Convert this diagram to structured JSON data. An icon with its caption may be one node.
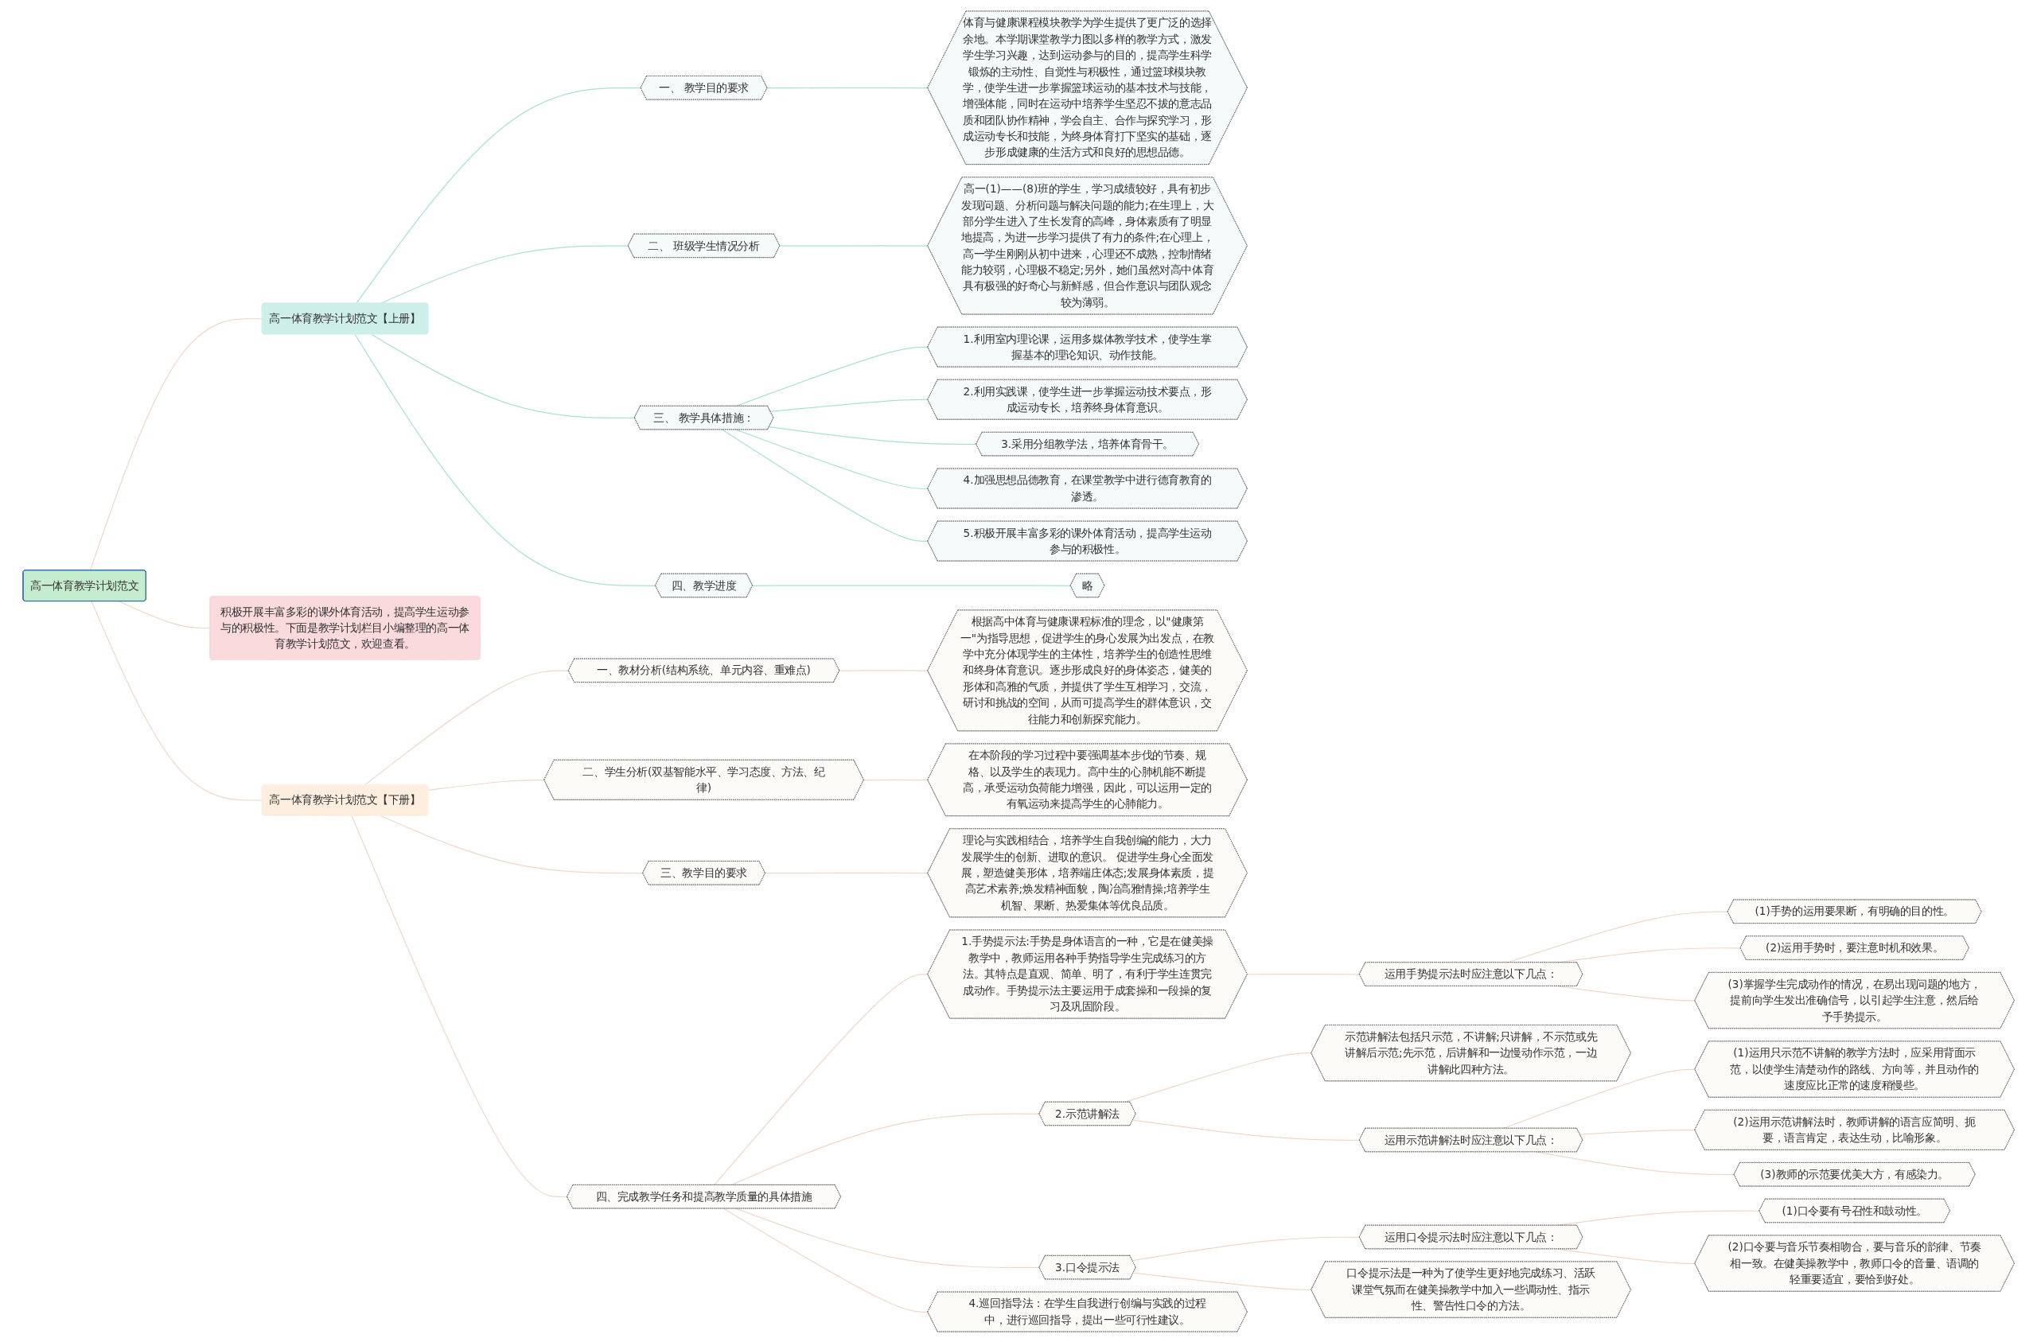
{
  "diagram": {
    "nodes": [
      {
        "text": [
          "高一体育教学计划范文"
        ]
      },
      {
        "text": [
          "积极开展丰富多彩的课外体育活动，提高学生运动参与的积极性。下面是教学计划栏目小编整理的高一体育教学计划范文，欢迎查看。"
        ]
      },
      {
        "text": [
          "高一体育教学计划范文【上册】"
        ]
      },
      {
        "text": [
          "一、 教学目的要求"
        ]
      },
      {
        "text": [
          "体育与健康课程模块教学为学生提供了更广泛的选择余地。本学期课堂教学力图以多样的教学方式，激发学生学习兴趣，达到运动参与的目的，提高学生科学锻炼的主动性、自觉性与积极性，通过篮球模块教学，使学生进一步掌握篮球运动的基本技术与技能，增强体能，同时在运动中培养学生坚忍不拔的意志品质和团队协作精神，学会自主、合作与探究学习，形成运动专长和技能，为终身体育打下坚实的基础，逐步形成健康的生活方式和良好的思想品德。"
        ]
      },
      {
        "text": [
          "二、 班级学生情况分析"
        ]
      },
      {
        "text": [
          "高一(1)——(8)班的学生，学习成绩较好，具有初步发现问题、分析问题与解决问题的能力;在生理上，大部分学生进入了生长发育的高峰，身体素质有了明显地提高，为进一步学习提供了有力的条件;在心理上，高一学生刚刚从初中进来，心理还不成熟，控制情绪能力较弱，心理极不稳定;另外，她们虽然对高中体育具有极强的好奇心与新鲜感，但合作意识与团队观念较为薄弱。"
        ]
      },
      {
        "text": [
          "三、 教学具体措施："
        ]
      },
      {
        "text": [
          "1.利用室内理论课，运用多媒体教学技术，使学生掌握基本的理论知识、动作技能。"
        ]
      },
      {
        "text": [
          "2.利用实践课，使学生进一步掌握运动技术要点，形成运动专长，培养终身体育意识。"
        ]
      },
      {
        "text": [
          "3.采用分组教学法，培养体育骨干。"
        ]
      },
      {
        "text": [
          "4.加强思想品德教育，在课堂教学中进行德育教育的渗透。"
        ]
      },
      {
        "text": [
          "5.积极开展丰富多彩的课外体育活动，提高学生运动参与的积极性。"
        ]
      },
      {
        "text": [
          "四、教学进度"
        ]
      },
      {
        "text": [
          "略"
        ]
      },
      {
        "text": [
          "高一体育教学计划范文【下册】"
        ]
      },
      {
        "text": [
          "一、教材分析(结构系统、单元内容、重难点)"
        ]
      },
      {
        "text": [
          "根据高中体育与健康课程标准的理念，以\"健康第一\"为指导思想，促进学生的身心发展为出发点，在教学中充分体现学生的主体性，培养学生的创造性思维和终身体育意识。逐步形成良好的身体姿态，健美的形体和高雅的气质，并提供了学生互相学习，交流，研讨和挑战的空间，从而可提高学生的群体意识，交往能力和创新探究能力。"
        ]
      },
      {
        "text": [
          "二、学生分析(双基智能水平、学习态度、方法、纪律)"
        ]
      },
      {
        "text": [
          "在本阶段的学习过程中要强调基本步伐的节奏、规格、以及学生的表现力。高中生的心肺机能不断提高，承受运动负荷能力增强，因此，可以运用一定的有氧运动来提高学生的心肺能力。"
        ]
      },
      {
        "text": [
          "三、教学目的要求"
        ]
      },
      {
        "text": [
          "理论与实践相结合，培养学生自我创编的能力，大力发展学生的创新、进取的意识。 促进学生身心全面发展，塑造健美形体，培养端庄体态;发展身体素质，提高艺术素养;焕发精神面貌，陶冶高雅情操;培养学生机智、果断、热爱集体等优良品质。"
        ]
      },
      {
        "text": [
          "四、完成教学任务和提高教学质量的具体措施"
        ]
      },
      {
        "text": [
          "1.手势提示法:手势是身体语言的一种，它是在健美操教学中，教师运用各种手势指导学生完成练习的方法。其特点是直观、简单、明了，有利于学生连贯完成动作。手势提示法主要运用于成套操和一段操的复习及巩固阶段。"
        ]
      },
      {
        "text": [
          "运用手势提示法时应注意以下几点："
        ]
      },
      {
        "text": [
          "(1)手势的运用要果断，有明确的目的性。"
        ]
      },
      {
        "text": [
          "(2)运用手势时，要注意时机和效果。"
        ]
      },
      {
        "text": [
          "(3)掌握学生完成动作的情况，在易出现问题的地方，提前向学生发出准确信号，以引起学生注意，然后给予手势提示。"
        ]
      },
      {
        "text": [
          "2.示范讲解法"
        ]
      },
      {
        "text": [
          "示范讲解法包括只示范，不讲解;只讲解，不示范或先讲解后示范;先示范，后讲解和一边慢动作示范，一边讲解此四种方法。"
        ]
      },
      {
        "text": [
          "运用示范讲解法时应注意以下几点："
        ]
      },
      {
        "text": [
          "(1)运用只示范不讲解的教学方法时，应采用背面示范，以使学生清楚动作的路线、方向等，并且动作的速度应比正常的速度稍慢些。"
        ]
      },
      {
        "text": [
          "(2)运用示范讲解法时，教师讲解的语言应简明、扼要，语言肯定，表达生动，比喻形象。"
        ]
      },
      {
        "text": [
          "(3)教师的示范要优美大方，有感染力。"
        ]
      },
      {
        "text": [
          "3.口令提示法"
        ]
      },
      {
        "text": [
          "口令提示法是一种为了使学生更好地完成练习、活跃课堂气氛而在健美操教学中加入一些调动性、指示性、警告性口令的方法。"
        ]
      },
      {
        "text": [
          "运用口令提示法时应注意以下几点："
        ]
      },
      {
        "text": [
          "(1)口令要有号召性和鼓动性。"
        ]
      },
      {
        "text": [
          "(2)口令要与音乐节奏相吻合，要与音乐的韵律、节奏相一致。在健美操教学中，教师口令的音量、语调的轻重要适宜，要恰到好处。"
        ]
      },
      {
        "text": [
          "4.巡回指导法：在学生自我进行创编与实践的过程中，进行巡回指导，提出一些可行性建议。"
        ]
      }
    ],
    "edges": [
      {
        "from": 0,
        "to": 1,
        "arrow": "none"
      },
      {
        "from": 0,
        "to": 2,
        "arrow": "none"
      },
      {
        "from": 2,
        "to": 3,
        "arrow": "none"
      },
      {
        "from": 3,
        "to": 4,
        "arrow": "none"
      },
      {
        "from": 2,
        "to": 5,
        "arrow": "none"
      },
      {
        "from": 5,
        "to": 6,
        "arrow": "none"
      },
      {
        "from": 2,
        "to": 7,
        "arrow": "none"
      },
      {
        "from": 7,
        "to": 8,
        "arrow": "none"
      },
      {
        "from": 7,
        "to": 9,
        "arrow": "none"
      },
      {
        "from": 7,
        "to": 10,
        "arrow": "none"
      },
      {
        "from": 7,
        "to": 11,
        "arrow": "none"
      },
      {
        "from": 7,
        "to": 12,
        "arrow": "none"
      },
      {
        "from": 2,
        "to": 13,
        "arrow": "none"
      },
      {
        "from": 13,
        "to": 14,
        "arrow": "none"
      },
      {
        "from": 0,
        "to": 15,
        "arrow": "none"
      },
      {
        "from": 15,
        "to": 16,
        "arrow": "none"
      },
      {
        "from": 16,
        "to": 17,
        "arrow": "none"
      },
      {
        "from": 15,
        "to": 18,
        "arrow": "none"
      },
      {
        "from": 18,
        "to": 19,
        "arrow": "none"
      },
      {
        "from": 15,
        "to": 20,
        "arrow": "none"
      },
      {
        "from": 20,
        "to": 21,
        "arrow": "none"
      },
      {
        "from": 15,
        "to": 22,
        "arrow": "none"
      },
      {
        "from": 22,
        "to": 23,
        "arrow": "none"
      },
      {
        "from": 23,
        "to": 24,
        "arrow": "none"
      },
      {
        "from": 24,
        "to": 25,
        "arrow": "none"
      },
      {
        "from": 24,
        "to": 26,
        "arrow": "none"
      },
      {
        "from": 24,
        "to": 27,
        "arrow": "none"
      },
      {
        "from": 22,
        "to": 28,
        "arrow": "none"
      },
      {
        "from": 28,
        "to": 29,
        "arrow": "none"
      },
      {
        "from": 28,
        "to": 30,
        "arrow": "none"
      },
      {
        "from": 30,
        "to": 31,
        "arrow": "none"
      },
      {
        "from": 30,
        "to": 32,
        "arrow": "none"
      },
      {
        "from": 30,
        "to": 33,
        "arrow": "none"
      },
      {
        "from": 22,
        "to": 34,
        "arrow": "none"
      },
      {
        "from": 34,
        "to": 35,
        "arrow": "none"
      },
      {
        "from": 34,
        "to": 36,
        "arrow": "none"
      },
      {
        "from": 36,
        "to": 37,
        "arrow": "none"
      },
      {
        "from": 36,
        "to": 38,
        "arrow": "none"
      },
      {
        "from": 22,
        "to": 39,
        "arrow": "none"
      }
    ]
  }
}
